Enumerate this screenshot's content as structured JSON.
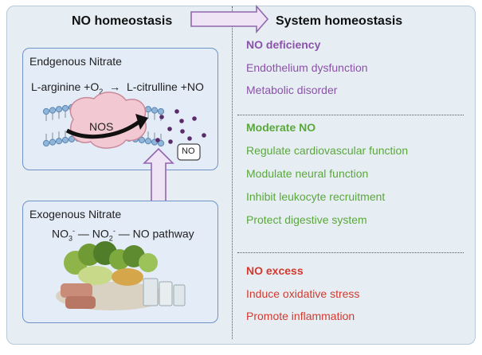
{
  "header": {
    "left": "NO  homeostasis",
    "right": "System  homeostasis"
  },
  "endogenous": {
    "title": "Endgenous Nitrate",
    "eq_reactant": "L-arginine +O",
    "eq_reactant_sub": "2",
    "eq_arrow": "→",
    "eq_product": "L-citrulline +NO",
    "enzyme": "NOS",
    "no_label": "NO"
  },
  "exogenous": {
    "title": "Exogenous Nitrate",
    "no3": "NO",
    "no3_sub": "3",
    "no3_sup": "-",
    "dash1": " — ",
    "no2": "NO",
    "no2_sub": "2",
    "no2_sup": "-",
    "dash2": " — ",
    "tail": "NO pathway"
  },
  "system": {
    "deficiency": {
      "title": "NO deficiency",
      "items": [
        "Endothelium dysfunction",
        "Metabolic disorder"
      ]
    },
    "moderate": {
      "title": "Moderate NO",
      "items": [
        "Regulate cardiovascular function",
        "Modulate neural function",
        "Inhibit leukocyte recruitment",
        "Protect digestive system"
      ]
    },
    "excess": {
      "title": "NO excess",
      "items": [
        "Induce oxidative stress",
        "Promote inflammation"
      ]
    }
  },
  "colors": {
    "deficiency": "#8a52a8",
    "moderate": "#5aa83a",
    "excess": "#d13a2f",
    "arrow_fill": "#efe4f5",
    "arrow_stroke": "#9166ae",
    "dots": "#5a2b6a"
  }
}
